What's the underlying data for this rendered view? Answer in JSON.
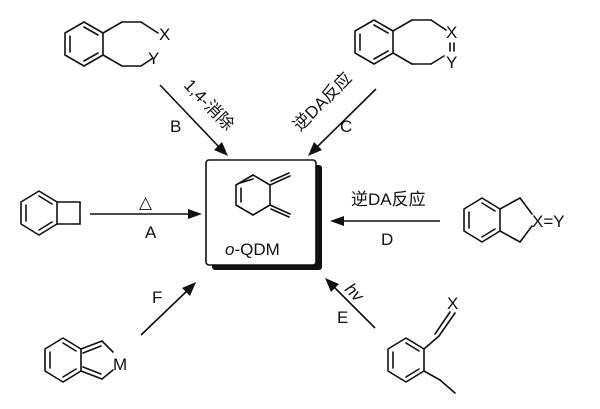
{
  "center": {
    "label": "-QDM",
    "label_prefix": "o"
  },
  "atoms": {
    "x": "X",
    "y": "Y",
    "m": "M",
    "xy_pair": "X=Y"
  },
  "routes": [
    {
      "id": "A",
      "letter": "A",
      "condition": "△"
    },
    {
      "id": "B",
      "letter": "B",
      "condition": "1,4-消除"
    },
    {
      "id": "C",
      "letter": "C",
      "condition": "逆DA反应"
    },
    {
      "id": "D",
      "letter": "D",
      "condition": "逆DA反应"
    },
    {
      "id": "E",
      "letter": "E",
      "condition": "hv"
    },
    {
      "id": "F",
      "letter": "F",
      "condition": ""
    }
  ]
}
